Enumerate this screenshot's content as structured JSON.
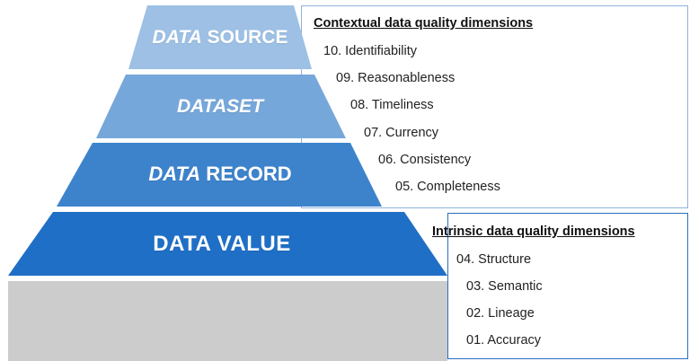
{
  "pyramid": {
    "tiers": [
      {
        "italic_part": "DATA",
        "rest": " SOURCE",
        "color": "#9dc0e4"
      },
      {
        "italic_part": "DATASET",
        "rest": "",
        "color": "#76a7da"
      },
      {
        "italic_part": "DATA",
        "rest": " RECORD",
        "color": "#3d83cc"
      },
      {
        "italic_part": "",
        "rest": "DATA VALUE",
        "color": "#1f6fc6"
      }
    ],
    "base_color": "#cccccc"
  },
  "contextual": {
    "heading": "Contextual data quality dimensions",
    "items": [
      "10. Identifiability",
      "09. Reasonableness",
      "08. Timeliness",
      "07. Currency",
      "06. Consistency",
      "05. Completeness"
    ]
  },
  "intrinsic": {
    "heading": "Intrinsic data quality dimensions",
    "items": [
      "04. Structure",
      "03. Semantic",
      "02. Lineage",
      "01. Accuracy"
    ]
  }
}
